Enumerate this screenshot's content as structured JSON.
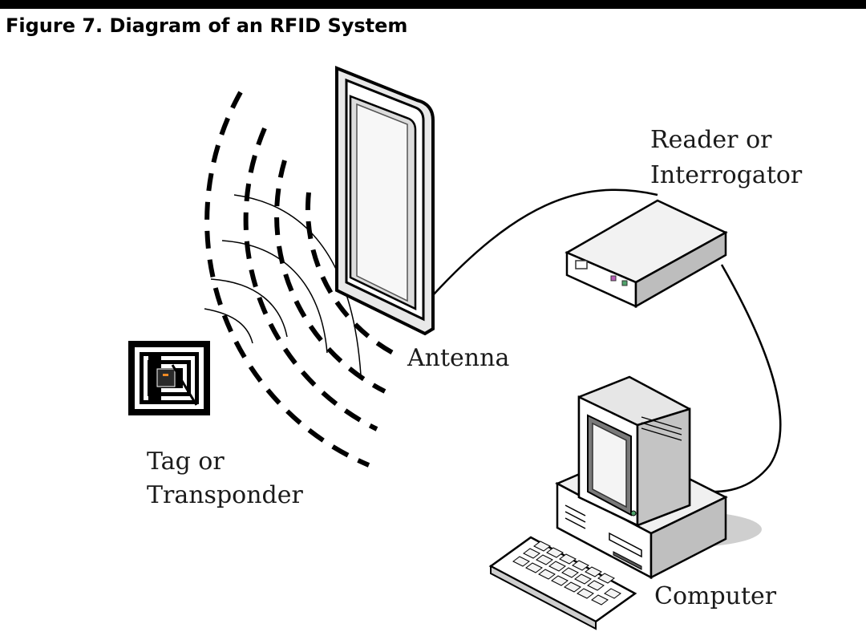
{
  "figure": {
    "title": "Figure 7. Diagram of an RFID System"
  },
  "labels": {
    "reader_line1": "Reader or",
    "reader_line2": "Interrogator",
    "antenna": "Antenna",
    "tag_line1": "Tag or",
    "tag_line2": "Transponder",
    "computer": "Computer"
  }
}
